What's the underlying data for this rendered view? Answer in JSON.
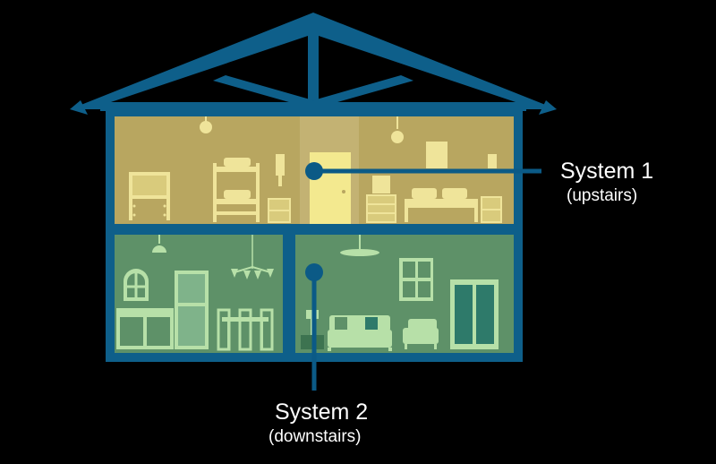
{
  "systems": [
    {
      "title": "System 1",
      "subtitle": "(upstairs)"
    },
    {
      "title": "System 2",
      "subtitle": "(downstairs)"
    }
  ],
  "colors": {
    "background": "#000000",
    "structure": "#0e5f8a",
    "upstairs_wall": "#b8a660",
    "downstairs_wall": "#5e9168",
    "upstairs_furniture": "#efe49a",
    "downstairs_furniture": "#b7e0a8",
    "zone_marker": "#0b5a86",
    "label_text": "#ffffff"
  },
  "icons": [
    "ceiling-lamp-icon",
    "bunk-bed-icon",
    "dresser-icon",
    "door-icon",
    "window-icon",
    "chandelier-icon",
    "sofa-icon",
    "armchair-icon",
    "refrigerator-icon",
    "dining-table-icon"
  ]
}
